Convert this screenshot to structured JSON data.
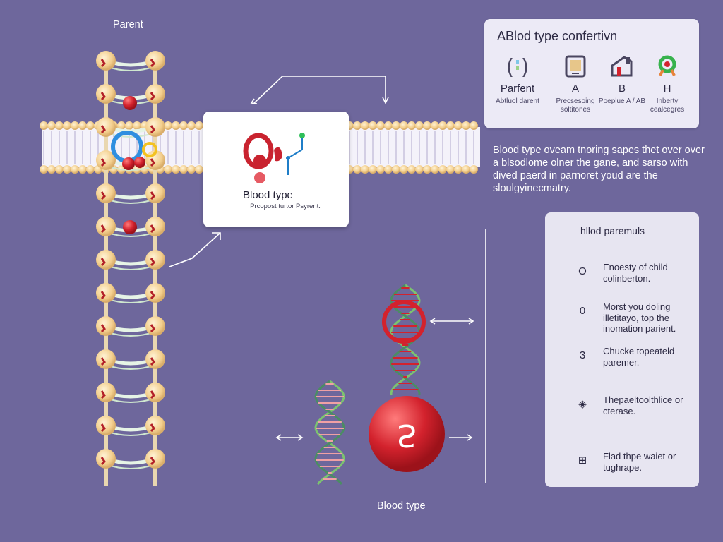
{
  "labels": {
    "parent_top": "Parent",
    "blood_type_bottom": "Blood type"
  },
  "popup": {
    "title": "Blood type",
    "subtitle": "Prcopost turtor Psyrent."
  },
  "top_card": {
    "title": "ABlod type confertivn",
    "columns": [
      {
        "icon": "parentheses-icon",
        "name": "Parfent",
        "sub": "Abtluol darent"
      },
      {
        "icon": "tablet-icon",
        "name": "A",
        "sub": "Precsesoing soltitones"
      },
      {
        "icon": "house-icon",
        "name": "B",
        "sub": "Poeplue A / AB"
      },
      {
        "icon": "green-ring-icon",
        "name": "H",
        "sub": "Inberty cealcegres"
      }
    ]
  },
  "paragraph": "Blood type oveam tnoring sapes thet over over a blsodlome olner the gane, and sarso with dived paerd in parnoret youd are the sloulgyinecmatry.",
  "right_card": {
    "title": "hllod paremuls",
    "items": [
      {
        "badge": "O",
        "text": "Enoesty of child colinberton."
      },
      {
        "badge": "0",
        "text": "Morst you doling illetitayo, top the inomation parient."
      },
      {
        "badge": "3",
        "text": "Chucke topeateld paremer."
      },
      {
        "badge": "◈",
        "text": "Thepaeltoolthlice or cterase."
      },
      {
        "badge": "⊞",
        "text": "Flad thpe waiet or tughrape."
      }
    ]
  },
  "colors": {
    "background": "#6e679c",
    "accent_red": "#d3222d",
    "dna_green": "#8fd08a",
    "card": "#eceaf6",
    "bead": "#f6d59a"
  }
}
